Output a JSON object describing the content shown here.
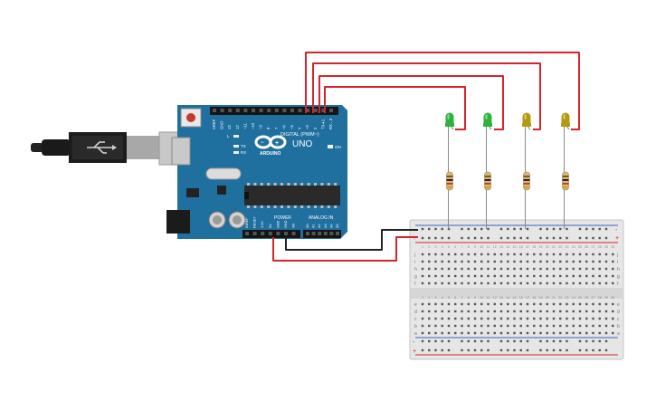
{
  "board": {
    "logo_text": "ARDUINO",
    "model": "UNO",
    "digital_label": "DIGITAL (PWM~)",
    "power_label": "POWER",
    "analog_label": "ANALOG IN",
    "on_label": "ON",
    "tx_label": "TX",
    "rx_label": "RX",
    "l_label": "L",
    "digital_pins": [
      "AREF",
      "GND",
      "13",
      "12",
      "~11",
      "~10",
      "~9",
      "8",
      "7",
      "~6",
      "~5",
      "4",
      "~3",
      "2",
      "TX➜1",
      "RX←0"
    ],
    "power_pins": [
      "IOREF",
      "RESET",
      "3.3V",
      "5V",
      "GND",
      "GND",
      "Vin"
    ],
    "analog_pins": [
      "A0",
      "A1",
      "A2",
      "A3",
      "A4",
      "A5"
    ]
  },
  "breadboard": {
    "row_letters_top": [
      "j",
      "i",
      "h",
      "g",
      "f"
    ],
    "row_letters_bottom": [
      "e",
      "d",
      "c",
      "b",
      "a"
    ],
    "rail_plus": "+",
    "rail_minus": "-",
    "column_numbers": [
      "1",
      "2",
      "3",
      "4",
      "5",
      "6",
      "7",
      "8",
      "9",
      "10",
      "11",
      "12",
      "13",
      "14",
      "15",
      "16",
      "17",
      "18",
      "19",
      "20",
      "21",
      "22",
      "23",
      "24",
      "25",
      "26",
      "27",
      "28",
      "29",
      "30"
    ]
  },
  "leds": [
    {
      "color": "#2db33a"
    },
    {
      "color": "#2db33a"
    },
    {
      "color": "#b59a10"
    },
    {
      "color": "#b59a10"
    }
  ],
  "colors": {
    "board": "#1f6f9f",
    "wire_red": "#d4242c",
    "wire_black": "#222222",
    "breadboard": "#e6e6e6"
  }
}
